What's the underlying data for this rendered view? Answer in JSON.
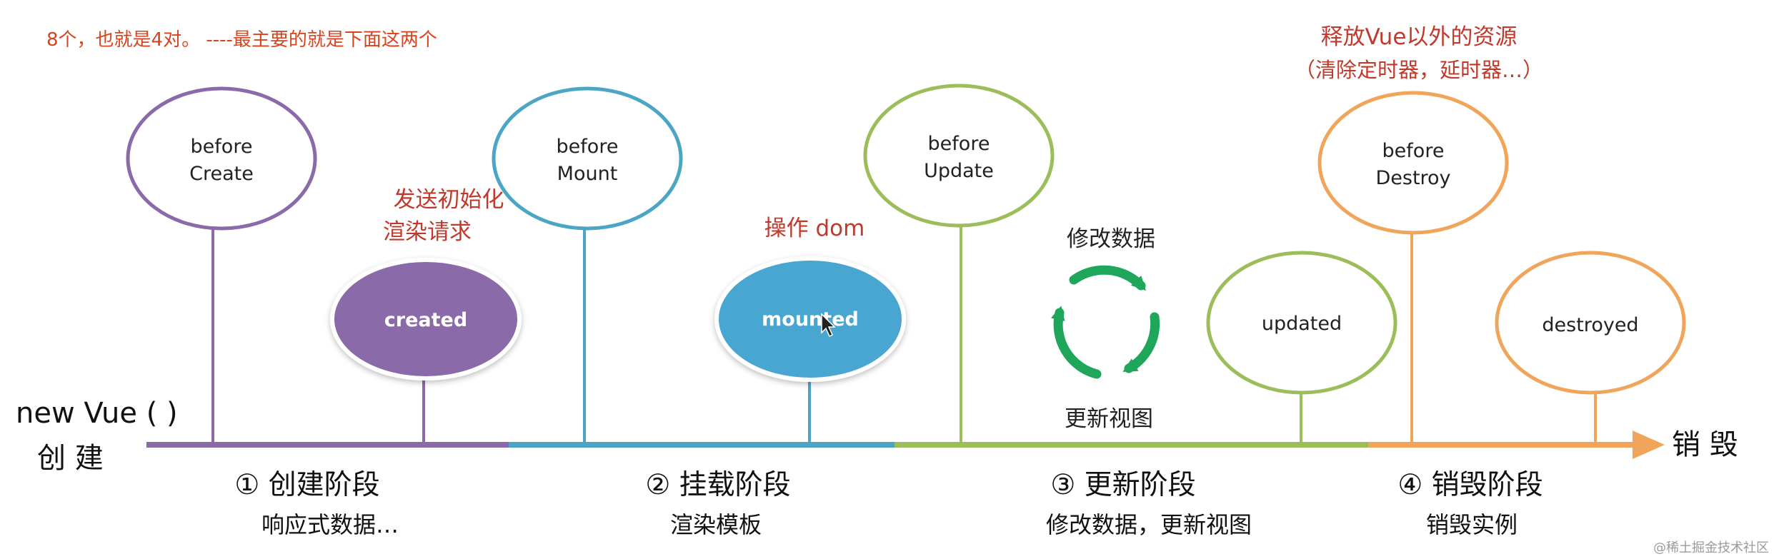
{
  "top_note": "8个，也就是4对。 ----最主要的就是下面这两个",
  "start_label": {
    "line1": "new Vue ( )",
    "line2": "创 建"
  },
  "end_label": "销 毁",
  "hooks": {
    "before_create": {
      "line1": "before",
      "line2": "Create"
    },
    "created": "created",
    "before_mount": {
      "line1": "before",
      "line2": "Mount"
    },
    "mounted": "mounted",
    "before_update": {
      "line1": "before",
      "line2": "Update"
    },
    "updated": "updated",
    "before_destroy": {
      "line1": "before",
      "line2": "Destroy"
    },
    "destroyed": "destroyed"
  },
  "notes": {
    "created_note": {
      "line1": "发送初始化",
      "line2": "渲染请求"
    },
    "mounted_note": "操作 dom",
    "update_top": "修改数据",
    "update_bottom": "更新视图",
    "destroy_note": {
      "line1": "释放Vue以外的资源",
      "line2": "（清除定时器，延时器…）"
    }
  },
  "stages": [
    {
      "title": "① 创建阶段",
      "desc": "响应式数据…"
    },
    {
      "title": "② 挂载阶段",
      "desc": "渲染模板"
    },
    {
      "title": "③ 更新阶段",
      "desc": "修改数据，更新视图"
    },
    {
      "title": "④ 销毁阶段",
      "desc": "销毁实例"
    }
  ],
  "watermark": "@稀土掘金技术社区",
  "colors": {
    "create": "#8a6aa8",
    "mount": "#4aa6c4",
    "update": "#9bbd5a",
    "destroy": "#f0a55a",
    "note_red": "#c0392b",
    "cycle_green": "#1ea65a"
  }
}
